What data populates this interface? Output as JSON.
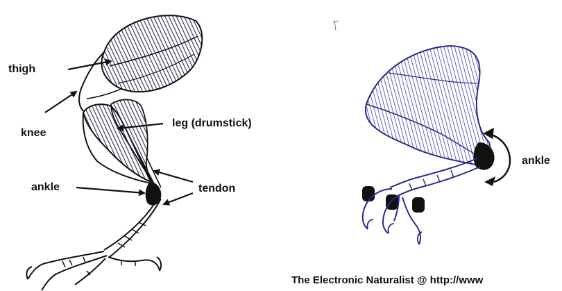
{
  "labels": {
    "thigh": "thigh",
    "knee": "knee",
    "leg": "leg (drumstick)",
    "ankle_left": "ankle",
    "tendon": "tendon",
    "ankle_right": "ankle"
  },
  "credit": "The Electronic Naturalist @ http://www",
  "colors": {
    "ink": "#111111",
    "muscle_left": "#2a2a55",
    "muscle_right": "#3b3bb0",
    "background": "#ffffff"
  }
}
